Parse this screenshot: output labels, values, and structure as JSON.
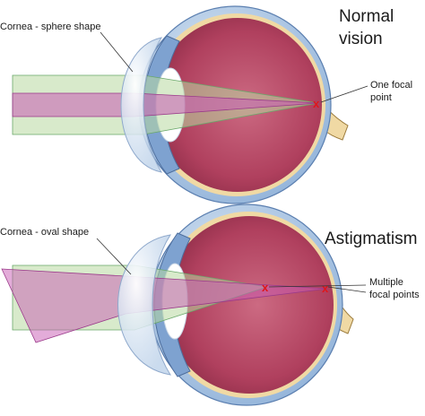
{
  "diagrams": [
    {
      "title_lines": [
        "Normal",
        "vision"
      ],
      "cornea_label": "Cornea - sphere shape",
      "focus_label_lines": [
        "One focal",
        "point"
      ]
    },
    {
      "title_lines": [
        "Astigmatism"
      ],
      "cornea_label": "Cornea - oval shape",
      "focus_label_lines": [
        "Multiple",
        "focal points"
      ]
    }
  ],
  "focal_marker": "x",
  "colors": {
    "sclera": "#b6cde6",
    "choroid": "#f0d9a4",
    "retina_interior": "#b0405e",
    "cornea": "#dce8f5",
    "lens": "#ffffff",
    "green_beam": "#b8d9a0",
    "magenta_beam": "#c85ab4",
    "focal_mark": "#e0151b"
  }
}
